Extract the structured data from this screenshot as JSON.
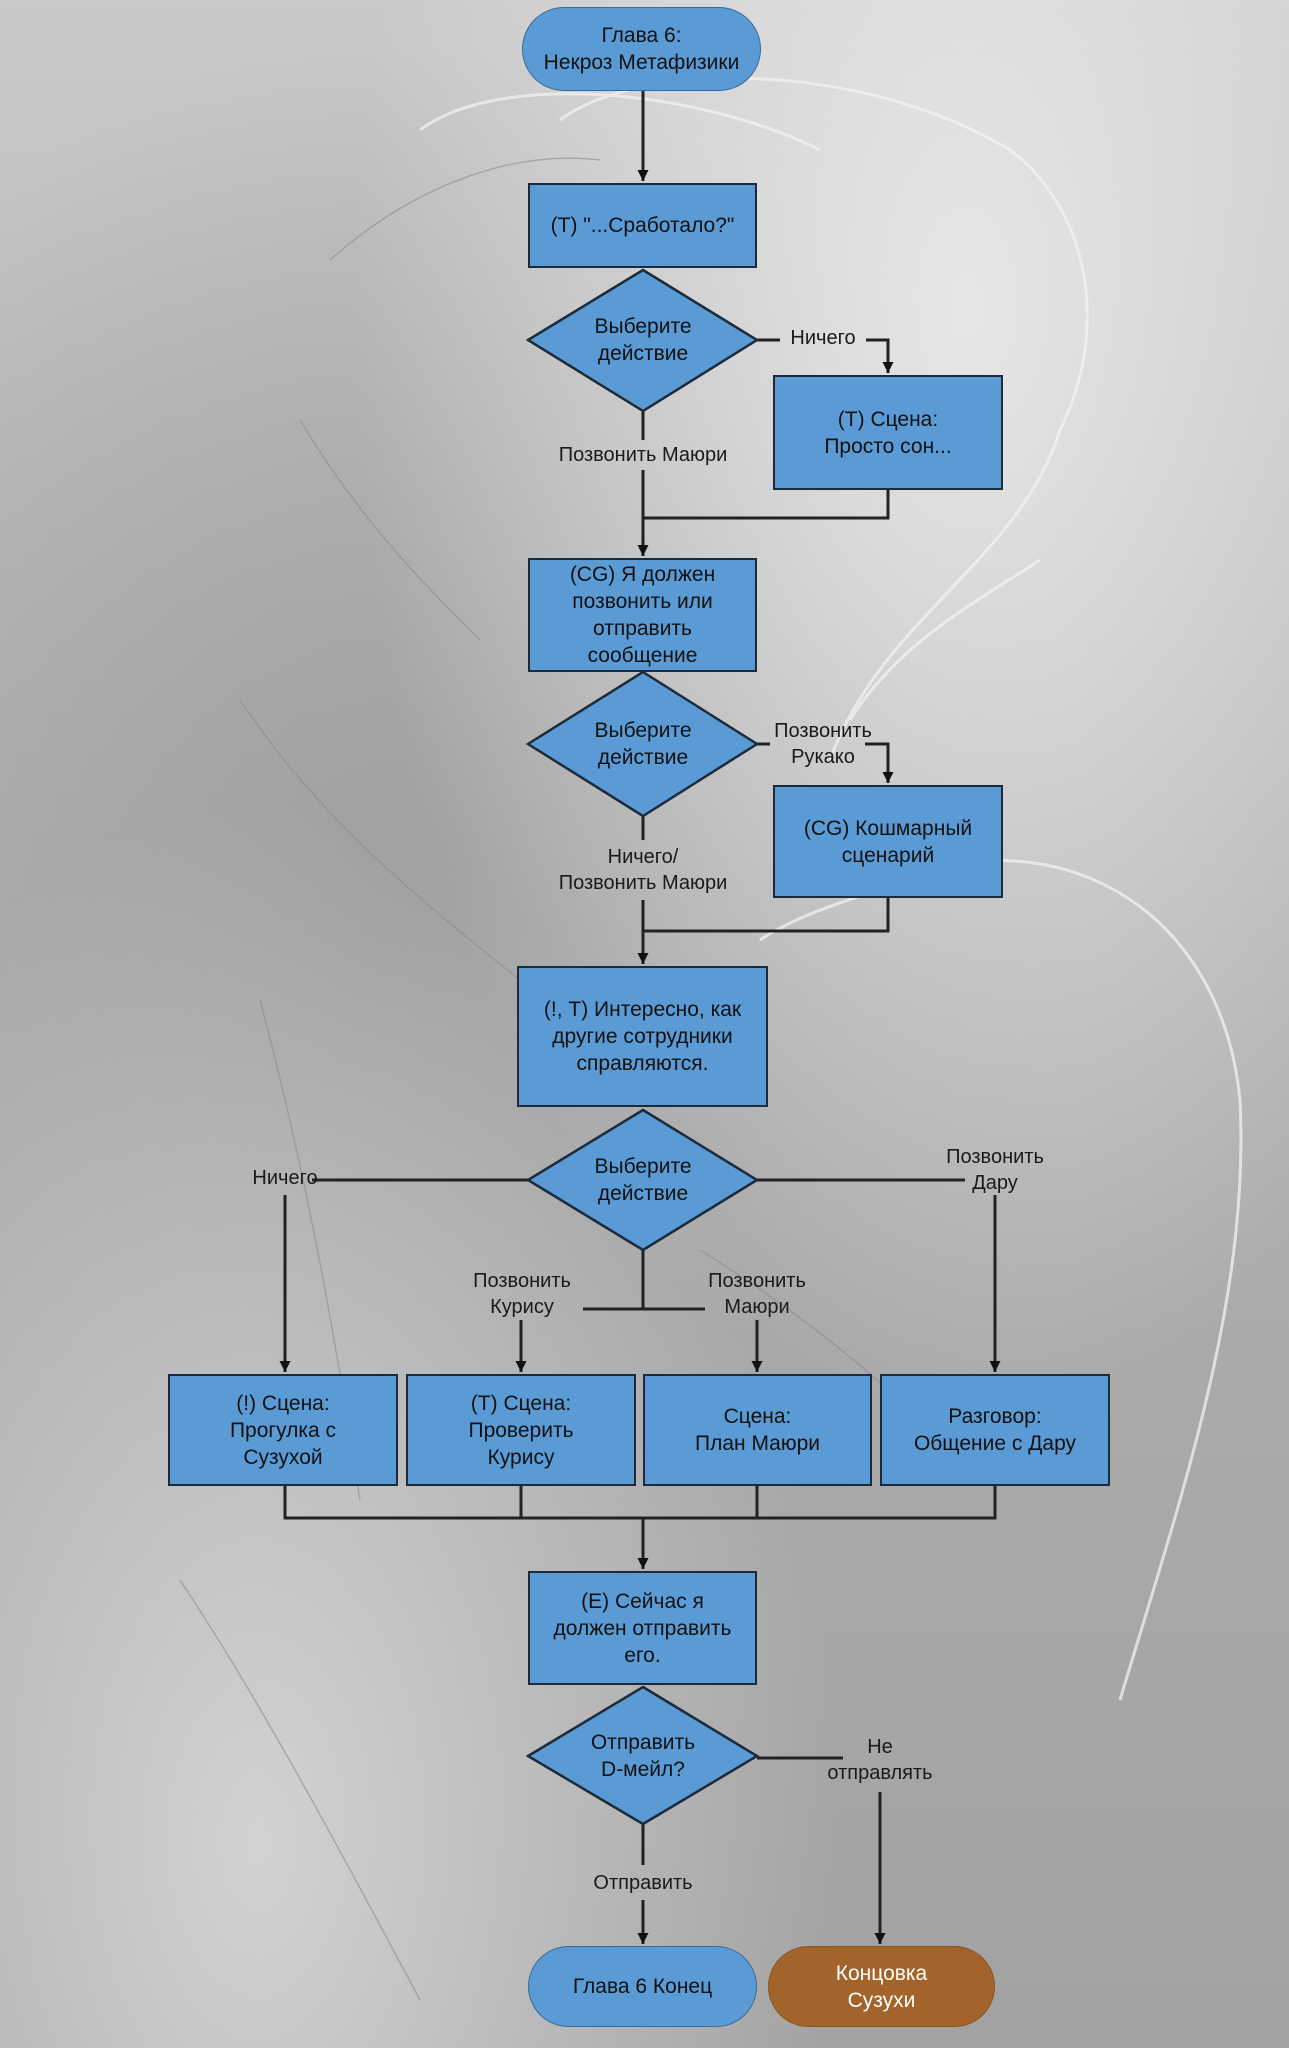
{
  "colors": {
    "process_fill": "#5b9bd5",
    "ending_fill": "#a2642a",
    "connector": "#1a1a1a"
  },
  "nodes": {
    "start": "Глава 6:\nНекроз Метафизики",
    "worked": "(Т) \"...Сработало?\"",
    "decision1": "Выберите\nдействие",
    "just_dream": "(Т) Сцена:\nПросто сон...",
    "must_call": "(CG) Я должен\nпозвонить или\nотправить\nсообщение",
    "decision2": "Выберите\nдействие",
    "nightmare": "(CG) Кошмарный\nсценарий",
    "interesting": "(!, Т) Интересно, как\nдругие сотрудники\nсправляются.",
    "decision3": "Выберите\nдействие",
    "walk_suzuha": "(!) Сцена:\nПрогулка с\nСузухой",
    "check_kurisu": "(Т) Сцена:\nПроверить\nКурису",
    "mayuri_plan": "Сцена:\nПлан Маюри",
    "talk_daru": "Разговор:\nОбщение с Дару",
    "must_send": "(E) Сейчас я\nдолжен отправить\nего.",
    "decision4": "Отправить\nD-мейл?",
    "chapter_end": "Глава 6 Конец",
    "suzuha_ending": "Концовка\nСузухи"
  },
  "edges": {
    "d1_nothing": "Ничего",
    "d1_call_mayuri": "Позвонить Маюри",
    "d2_call_rukako": "Позвонить\nРукако",
    "d2_nothing_mayuri": "Ничего/\nПозвонить Маюри",
    "d3_nothing": "Ничего",
    "d3_call_daru": "Позвонить\nДару",
    "d3_call_kurisu": "Позвонить\nКурису",
    "d3_call_mayuri": "Позвонить\nМаюри",
    "d4_dont_send": "Не\nотправлять",
    "d4_send": "Отправить"
  }
}
